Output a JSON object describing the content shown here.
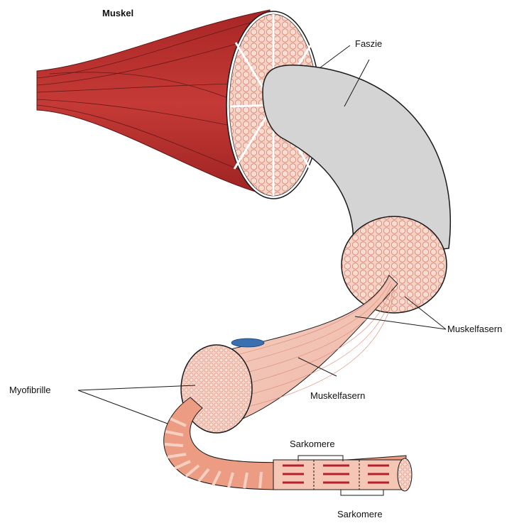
{
  "labels": {
    "muscle": "Muskel",
    "fascia": "Faszie",
    "fibers_upper": "Muskelfasern",
    "fibers_lower": "Muskelfasern",
    "myofibril": "Myofibrille",
    "sarcomere_top": "Sarkomere",
    "sarcomere_bottom": "Sarkomere"
  },
  "colors": {
    "muscle_red": "#c0302e",
    "muscle_dark": "#8e1f1f",
    "fascia_gray": "#d4d4d4",
    "fiber_pink": "#f2c4b6",
    "cell_fill": "#f6d2c6",
    "cell_stroke": "#d9826e",
    "myofibril_salmon": "#e8977c",
    "nucleus_blue": "#3a6fb0",
    "band_red": "#b5202a"
  }
}
